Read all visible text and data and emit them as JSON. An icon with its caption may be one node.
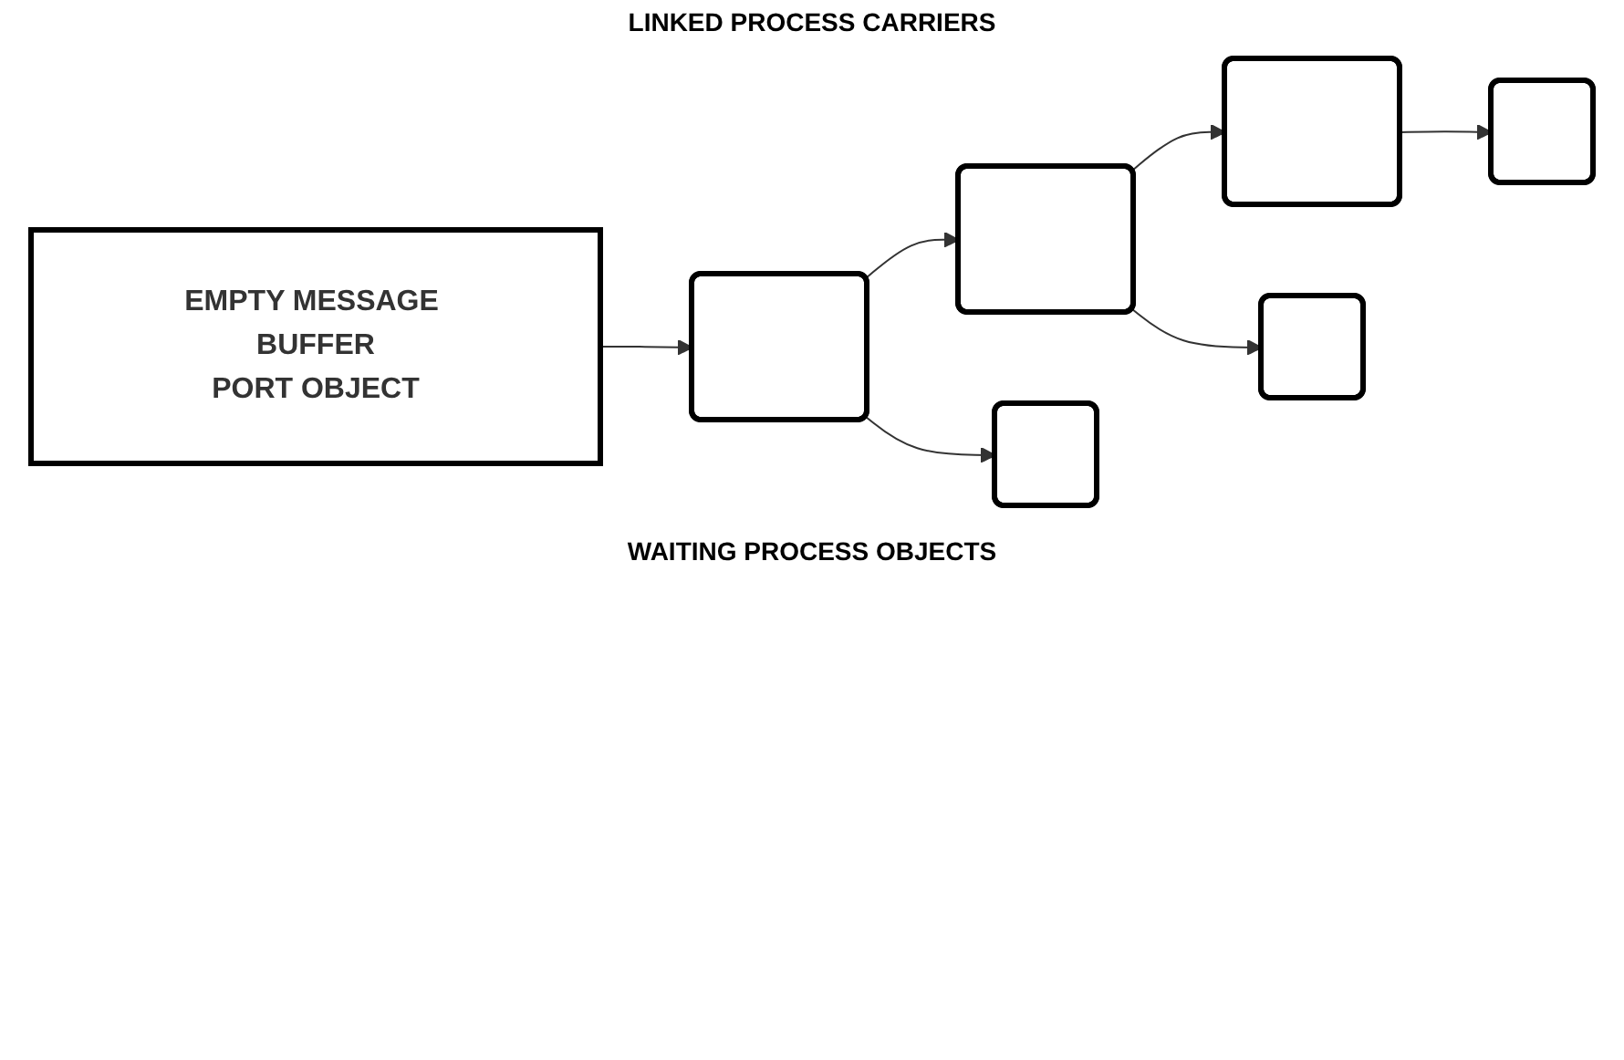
{
  "diagram": {
    "nodes": [
      {
        "text": [
          "EMPTY MESSAGE BUFFER",
          "PORT OBJECT"
        ]
      },
      {
        "text": [],
        "shape": "box"
      },
      {
        "text": [],
        "shape": "box"
      },
      {
        "text": [],
        "shape": "box"
      },
      {
        "text": [],
        "shape": "box"
      },
      {
        "text": [],
        "shape": "box"
      },
      {
        "text": [],
        "shape": "box"
      }
    ],
    "edges": [
      {
        "from": 0,
        "to": 1,
        "arrow": "to"
      },
      {
        "from": 1,
        "to": 2,
        "arrow": "to"
      },
      {
        "from": 2,
        "to": 3,
        "arrow": "to"
      },
      {
        "from": 1,
        "to": 4,
        "arrow": "to"
      },
      {
        "from": 2,
        "to": 5,
        "arrow": "to"
      },
      {
        "from": 3,
        "to": 6,
        "arrow": "to"
      }
    ],
    "labels": [
      "LINKED PROCESS CARRIERS",
      "WAITING PROCESS OBJECTS"
    ]
  }
}
